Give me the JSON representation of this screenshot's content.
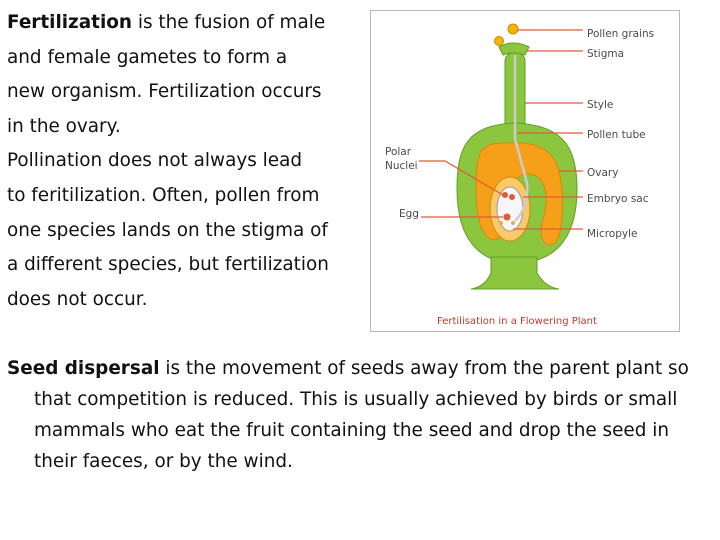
{
  "para1": {
    "term": "Fertilization",
    "line1_rest": " is the fusion of male",
    "line2": "and female gametes to form a",
    "line3": "new organism. Fertilization occurs",
    "line4": "in the ovary.",
    "line5": "Pollination does not always lead",
    "line6": "to feritilization. Often, pollen from",
    "line7": "one species lands on the stigma of",
    "line8": "a different species, but fertilization",
    "line9": "does not occur."
  },
  "para2": {
    "term": "Seed dispersal",
    "line1_rest": " is the movement of seeds away from the parent plant so",
    "line2": "that competition is reduced. This is usually achieved by birds or small",
    "line3": "mammals who eat the fruit containing the seed and drop the seed in",
    "line4": "their faeces, or by the wind."
  },
  "figure": {
    "labels": {
      "pollen_grains": "Pollen grains",
      "stigma": "Stigma",
      "style": "Style",
      "pollen_tube": "Pollen tube",
      "ovary": "Ovary",
      "embryo_sac": "Embryo sac",
      "micropyle": "Micropyle",
      "polar": "Polar",
      "nuclei": "Nuclei",
      "egg": "Egg"
    },
    "caption": "Fertilisation in a Flowering Plant",
    "colors": {
      "green": "#8cc63f",
      "green_dark": "#5f9e2a",
      "ovary_orange": "#f6a01a",
      "ovary_light": "#fbc86a",
      "pointer": "#e05a3a"
    }
  }
}
